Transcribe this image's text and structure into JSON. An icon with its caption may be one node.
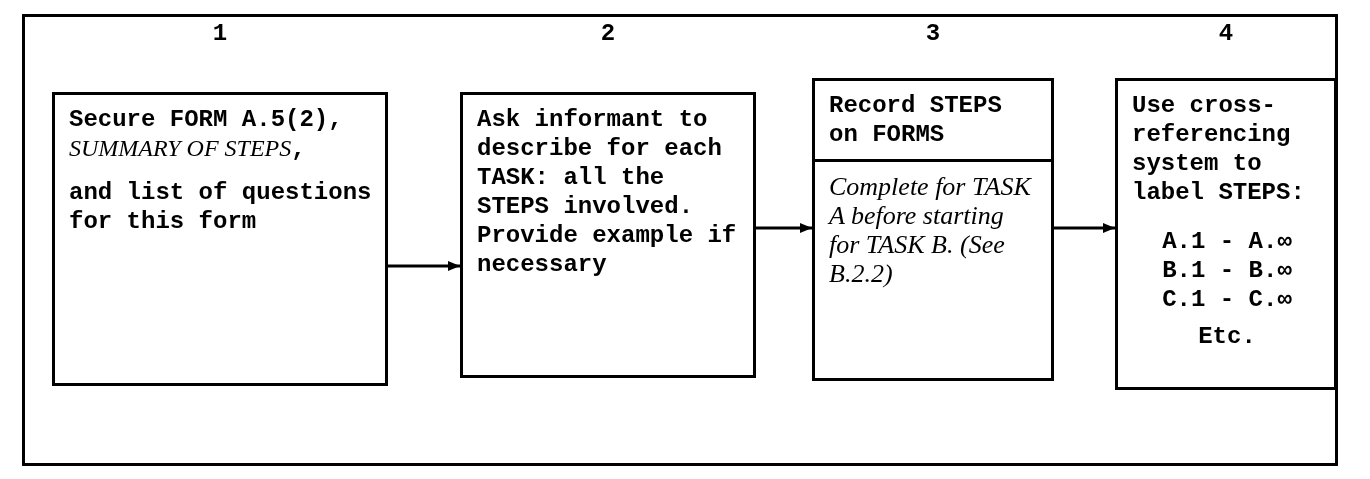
{
  "diagram": {
    "nodes": [
      {
        "text": [
          "Secure FORM A.5(2), *SUMMARY OF STEPS*,",
          "and list of questions for this form"
        ],
        "beside": [
          "1"
        ]
      },
      {
        "text": [
          "Ask informant to describe for each TASK: all the STEPS involved. Provide example if necessary"
        ],
        "beside": [
          "2"
        ]
      },
      {
        "text": [
          "Record STEPS on FORMS"
        ],
        "beside": [
          "3"
        ]
      },
      {
        "text": [
          "Complete for TASK A before starting for TASK B. (See B.2.2)"
        ]
      },
      {
        "text": [
          "Use cross-referencing system to label STEPS:",
          "A.1 - A.∞",
          "B.1 - B.∞",
          "C.1 - C.∞",
          "Etc."
        ],
        "beside": [
          "4"
        ]
      }
    ],
    "edges": [
      {
        "from": 0,
        "to": 1,
        "arrow": "to"
      },
      {
        "from": 1,
        "to": 3,
        "arrow": "to"
      },
      {
        "from": 3,
        "to": 4,
        "arrow": "to"
      }
    ]
  }
}
